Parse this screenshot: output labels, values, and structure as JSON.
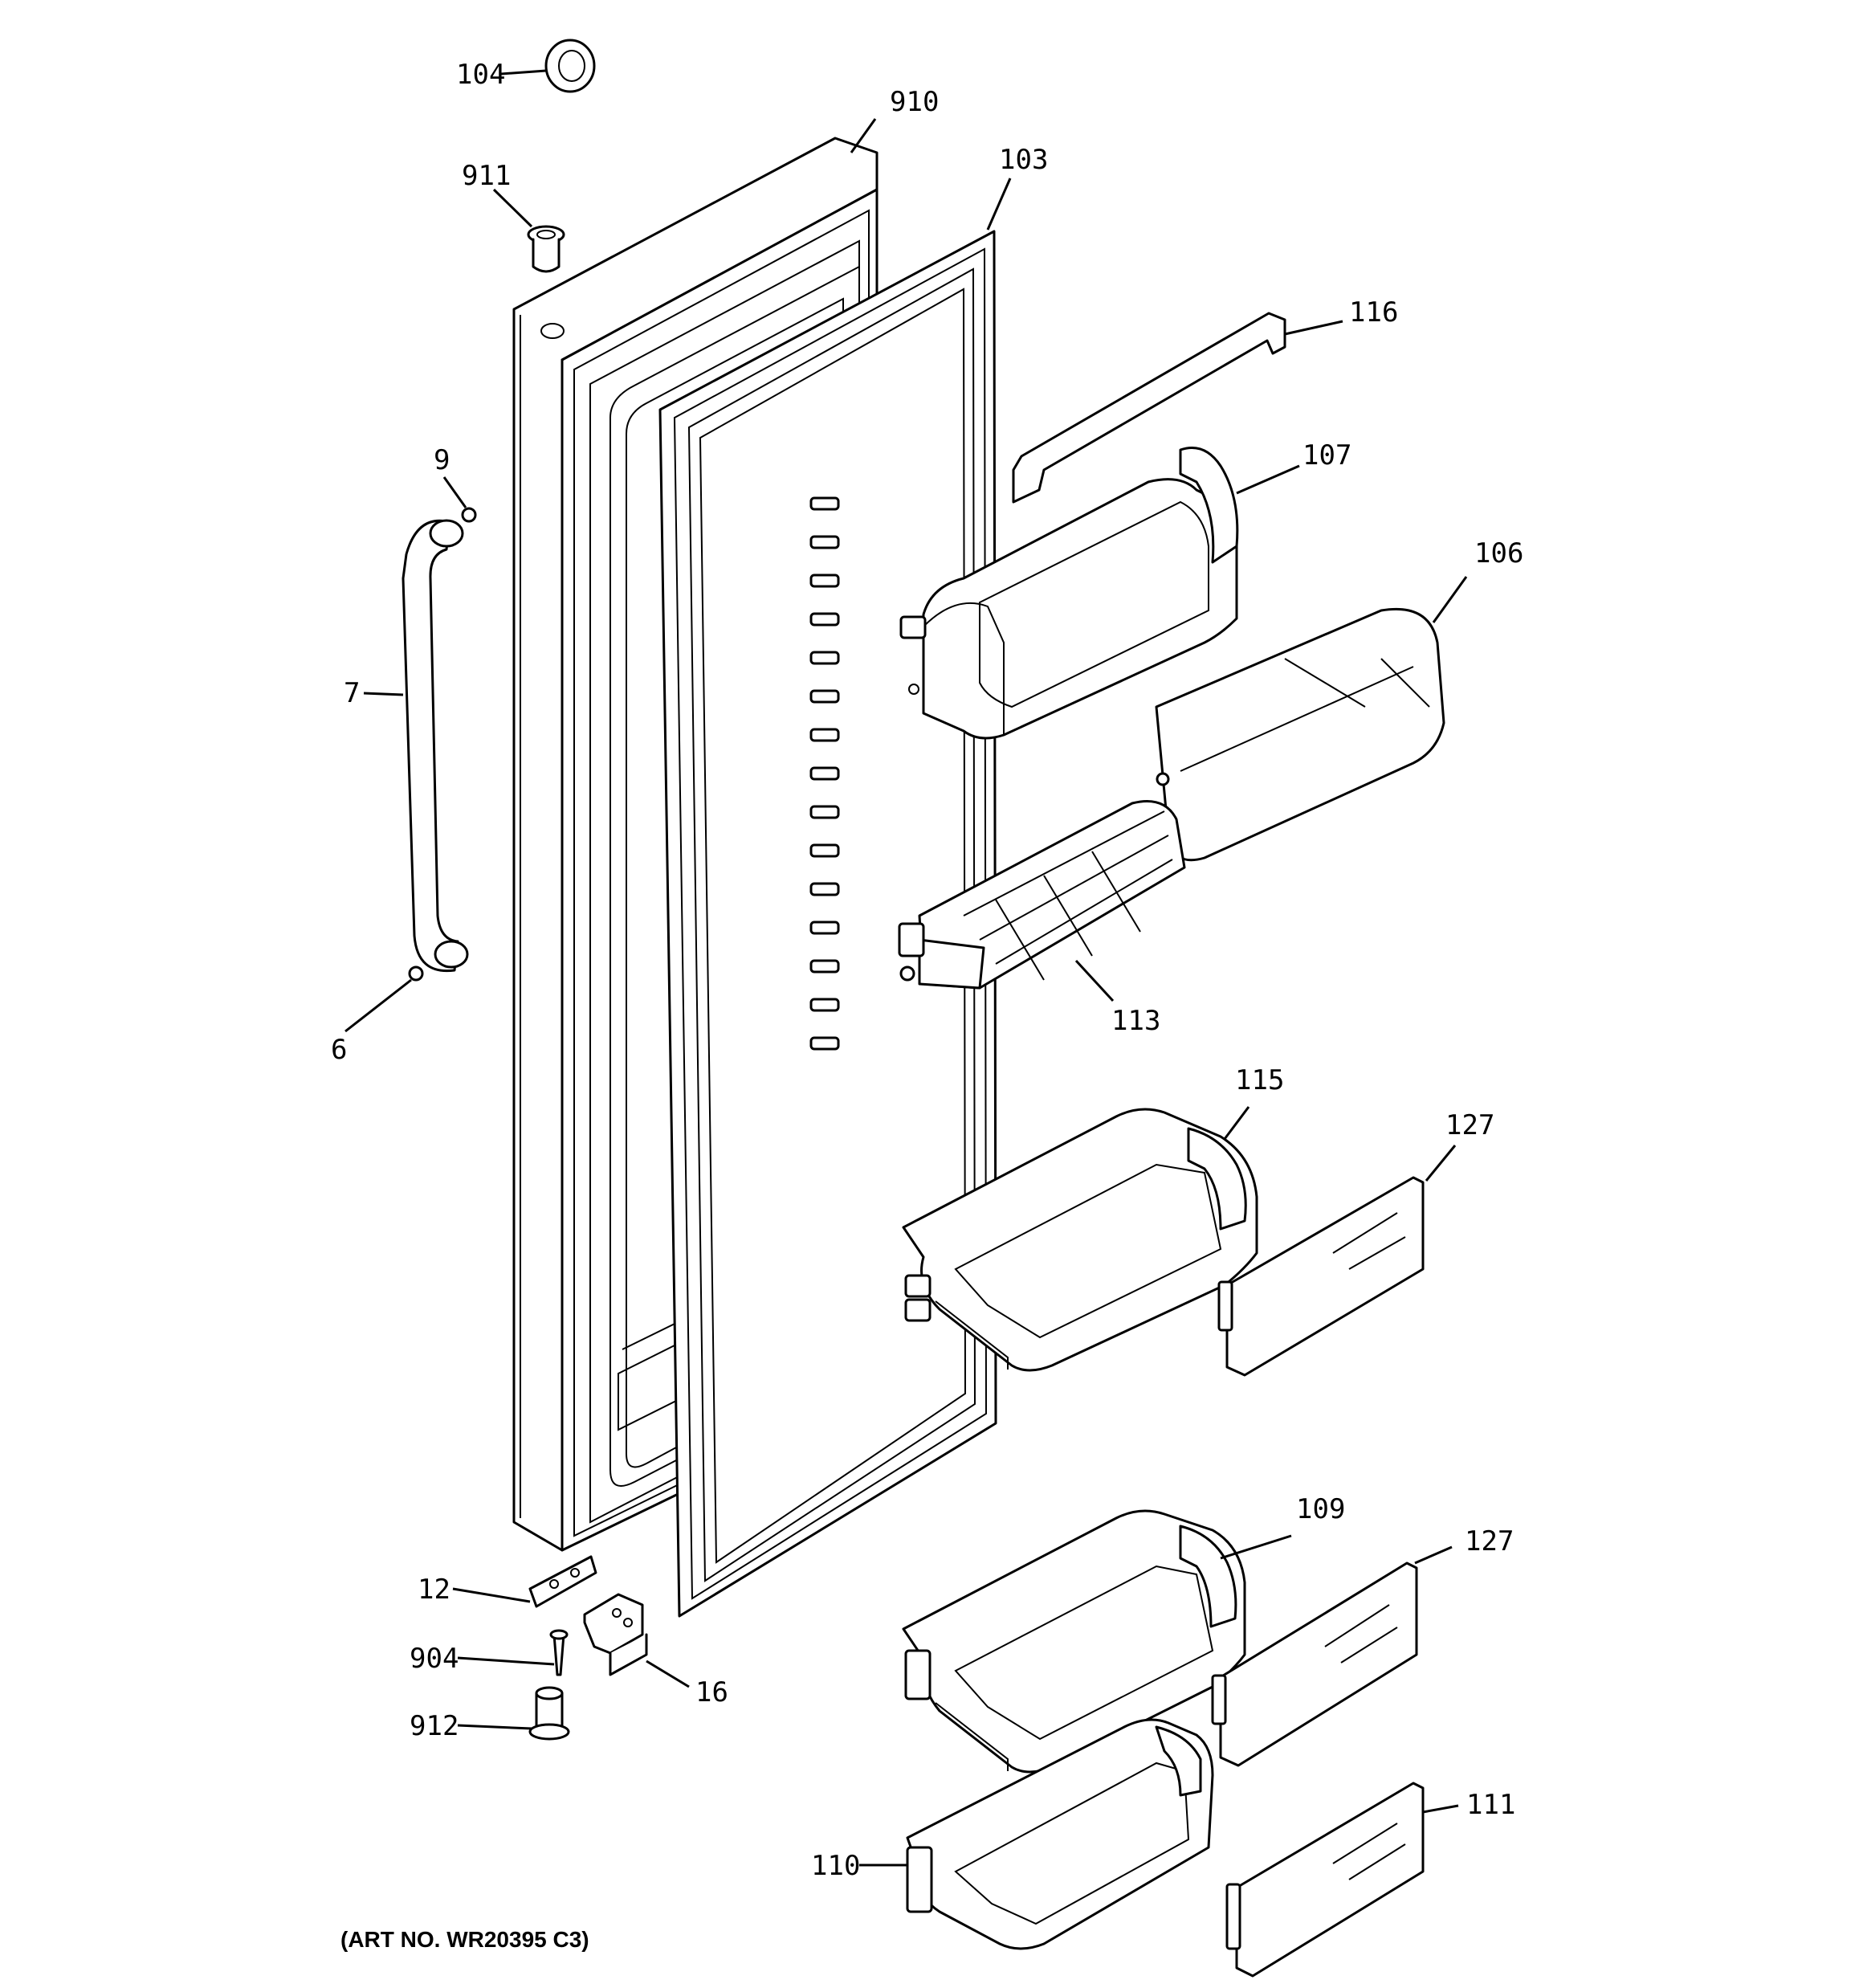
{
  "diagram": {
    "art_number": "(ART NO. WR20395 C3)",
    "callouts": {
      "c104": "104",
      "c910": "910",
      "c911": "911",
      "c103": "103",
      "c116": "116",
      "c107": "107",
      "c9": "9",
      "c106": "106",
      "c7": "7",
      "c6": "6",
      "c113": "113",
      "c115": "115",
      "c127a": "127",
      "c109": "109",
      "c127b": "127",
      "c12": "12",
      "c904": "904",
      "c16": "16",
      "c912": "912",
      "c111": "111",
      "c110": "110"
    }
  },
  "colors": {
    "line": "#000000",
    "background": "#ffffff"
  }
}
